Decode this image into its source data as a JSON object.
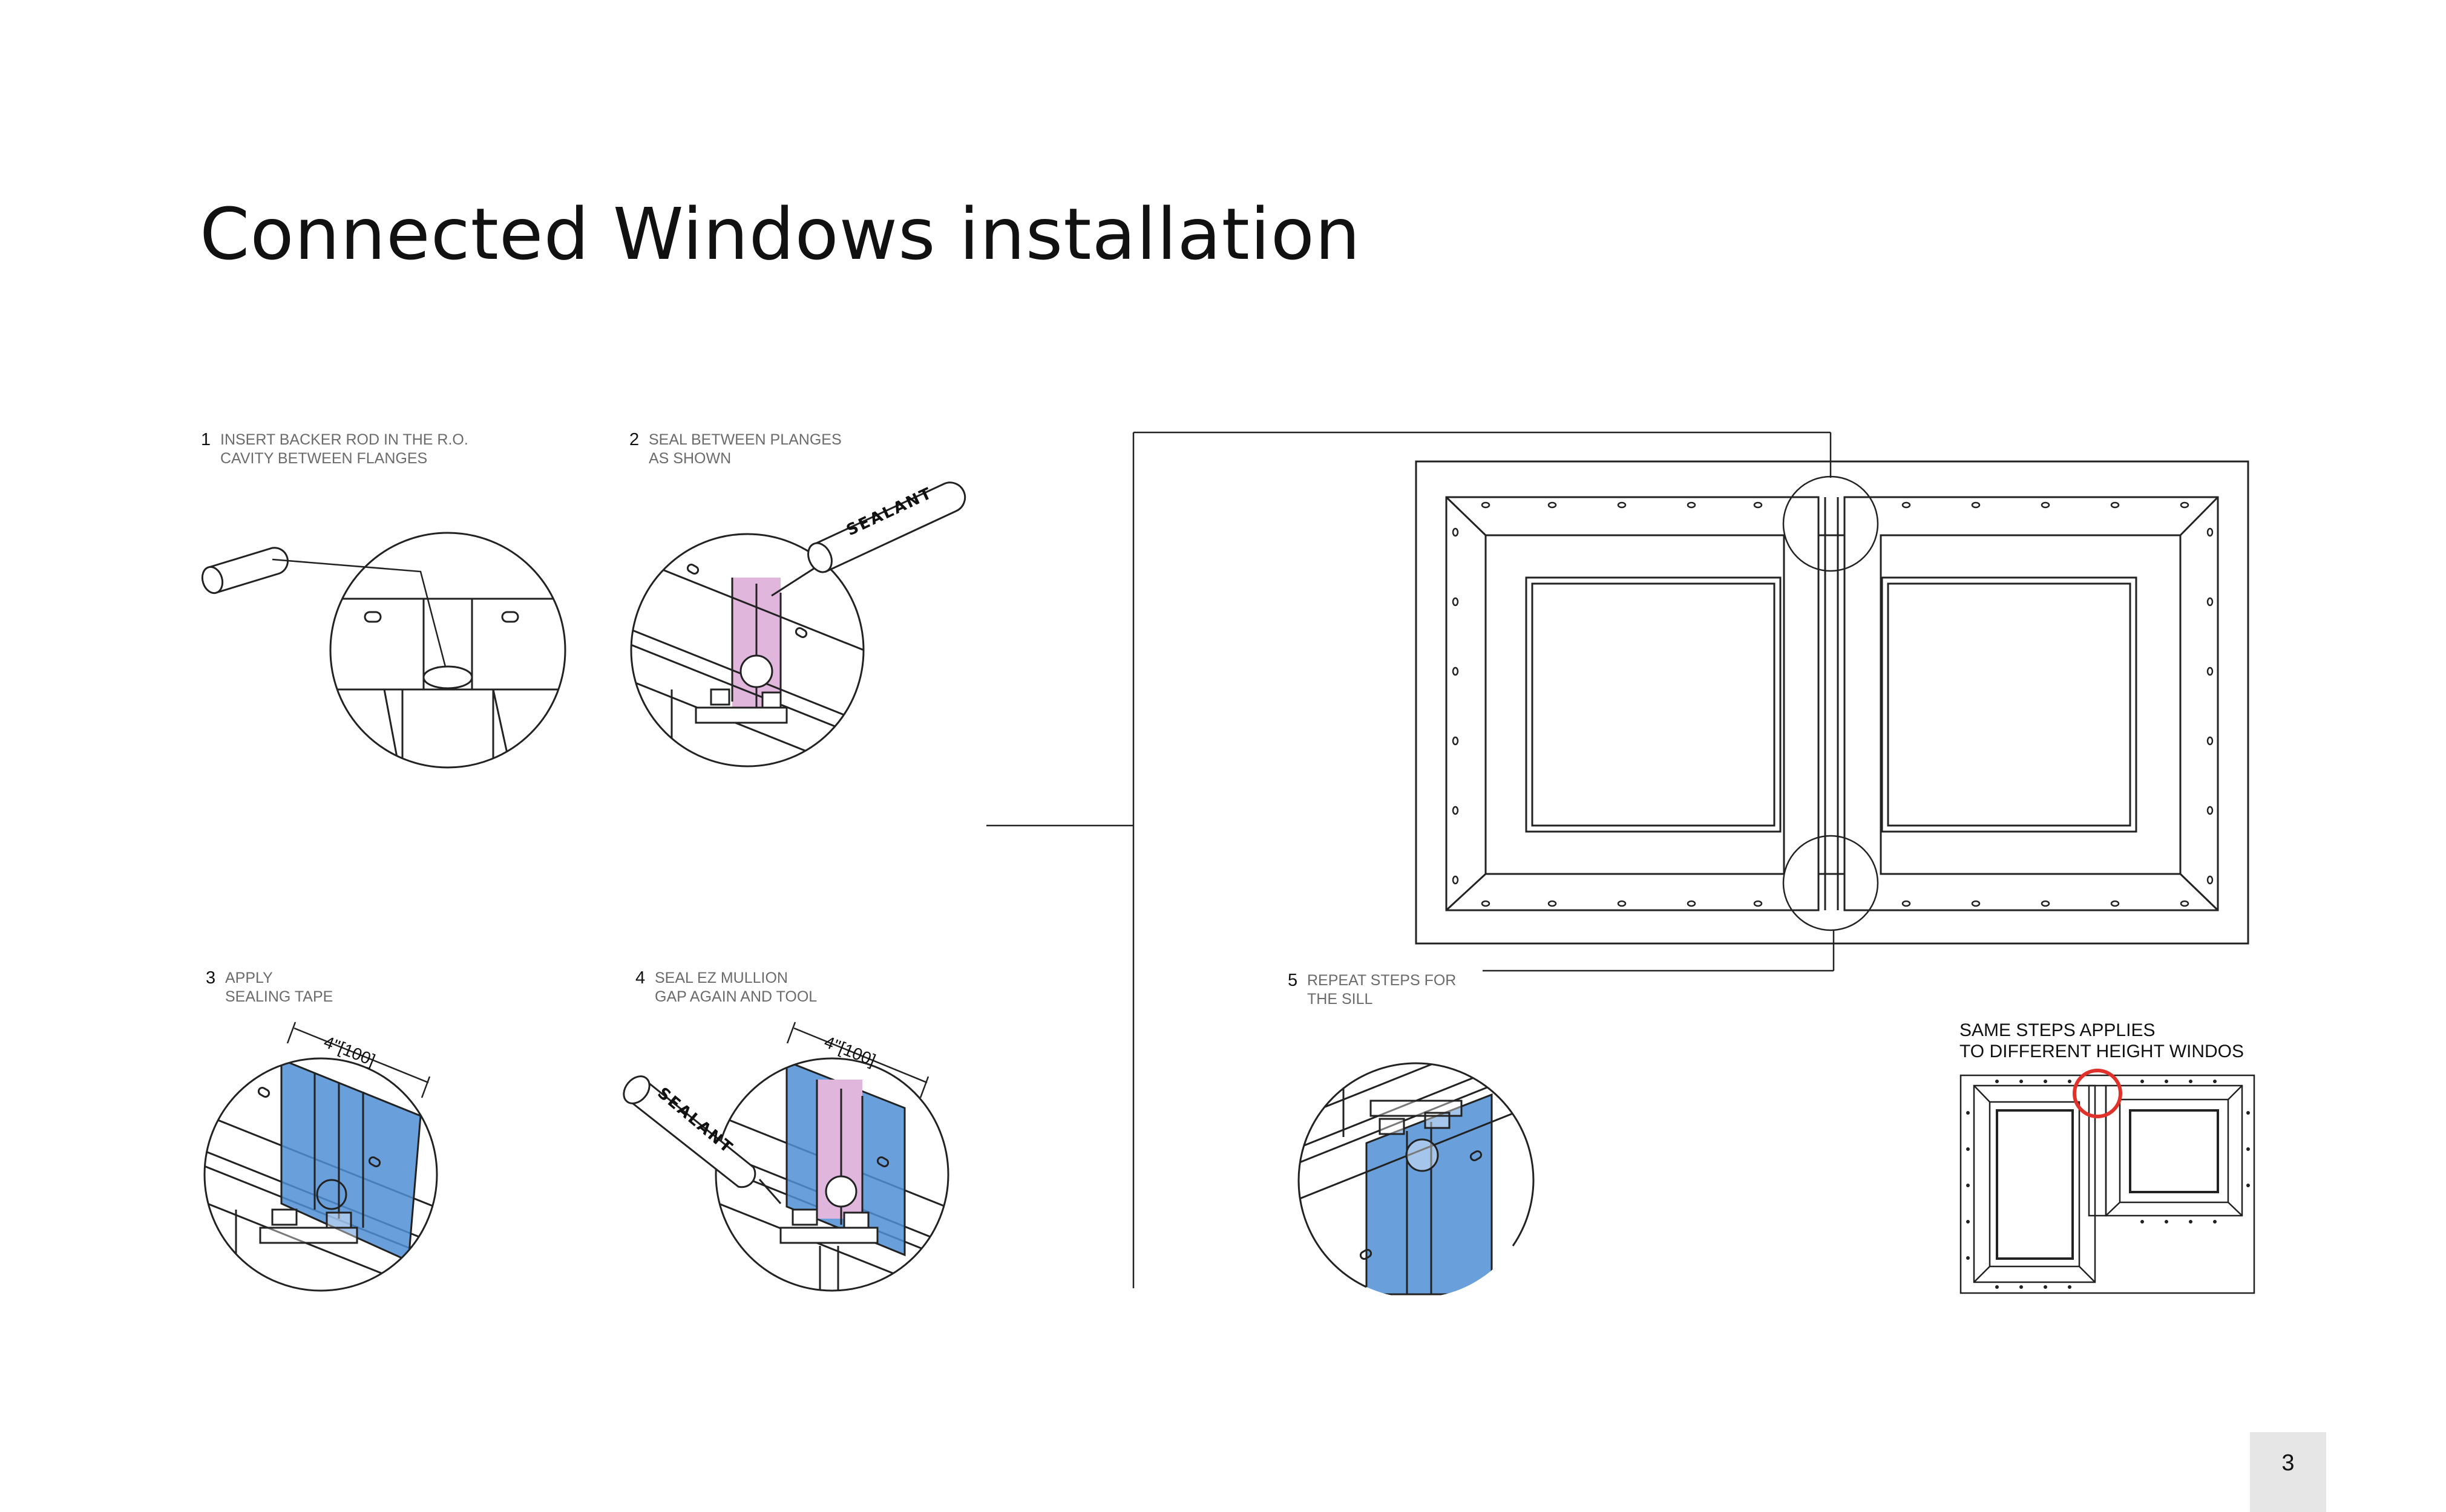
{
  "page": {
    "title": "Connected Windows installation",
    "page_number": "3"
  },
  "steps": [
    {
      "number": "1",
      "lines": [
        "INSERT BACKER ROD IN THE R.O.",
        "CAVITY BETWEEN FLANGES"
      ]
    },
    {
      "number": "2",
      "lines": [
        "SEAL BETWEEN PLANGES",
        "AS SHOWN"
      ]
    },
    {
      "number": "3",
      "lines": [
        "APPLY",
        "SEALING TAPE"
      ]
    },
    {
      "number": "4",
      "lines": [
        "SEAL EZ MULLION",
        "GAP AGAIN AND TOOL"
      ]
    },
    {
      "number": "5",
      "lines": [
        "REPEAT STEPS FOR",
        "THE SILL"
      ]
    }
  ],
  "labels": {
    "sealant": "SEALANT",
    "dimension": "4''[100]"
  },
  "note": {
    "lines": [
      "SAME STEPS  APPLIES",
      "TO DIFFERENT HEIGHT WINDOS"
    ]
  },
  "colors": {
    "tape_blue": "#4f8fd6",
    "sealant_pink": "#e0b6dc",
    "highlight_red": "#e0312b",
    "line": "#222222",
    "page_box": "#e6e6e6"
  }
}
